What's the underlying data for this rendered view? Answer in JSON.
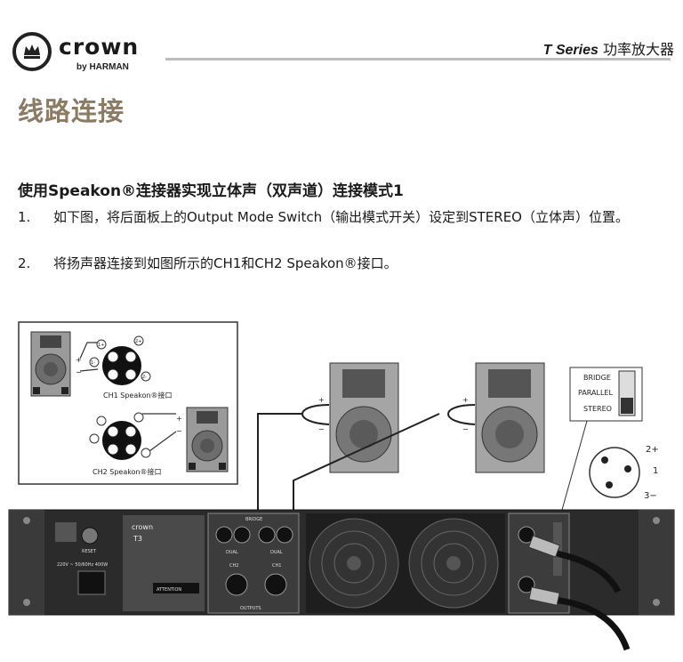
{
  "header": {
    "brand": "crown",
    "brand_sub": "by HARMAN",
    "series_name": "T Series",
    "series_desc": "功率放大器"
  },
  "section_title": "线路连接",
  "subtitle": "使用Speakon®连接器实现立体声（双声道）连接模式1",
  "steps": [
    {
      "num": "1.",
      "text": "如下图，将后面板上的Output Mode Switch（输出模式开关）设定到STEREO（立体声）位置。"
    },
    {
      "num": "2.",
      "text": "将扬声器连接到如图所示的CH1和CH2 Speakon®接口。"
    }
  ],
  "diagram": {
    "ch1_label": "CH1 Speakon®接口",
    "ch2_label": "CH2 Speakon®接口",
    "pins": [
      "1+",
      "1-",
      "2+",
      "2-"
    ],
    "polarity_plus": "+",
    "polarity_minus": "−",
    "switch_options": [
      "BRIDGE",
      "PARALLEL",
      "STEREO"
    ],
    "xlr_pins": [
      "2+",
      "1",
      "3−"
    ],
    "panel": {
      "reset": "RESET",
      "brand": "crown",
      "model": "T3",
      "power_rating": "220V ~ 50/60Hz 400W",
      "attention": "ATTENTION",
      "bridge": "BRIDGE",
      "dual": "DUAL",
      "outputs": "OUTPUTS",
      "ch1": "CH1",
      "ch2": "CH2"
    }
  },
  "colors": {
    "title_accent": "#8c7a63",
    "rule": "#bdbdbd",
    "panel_dark": "#2b2b2b"
  }
}
